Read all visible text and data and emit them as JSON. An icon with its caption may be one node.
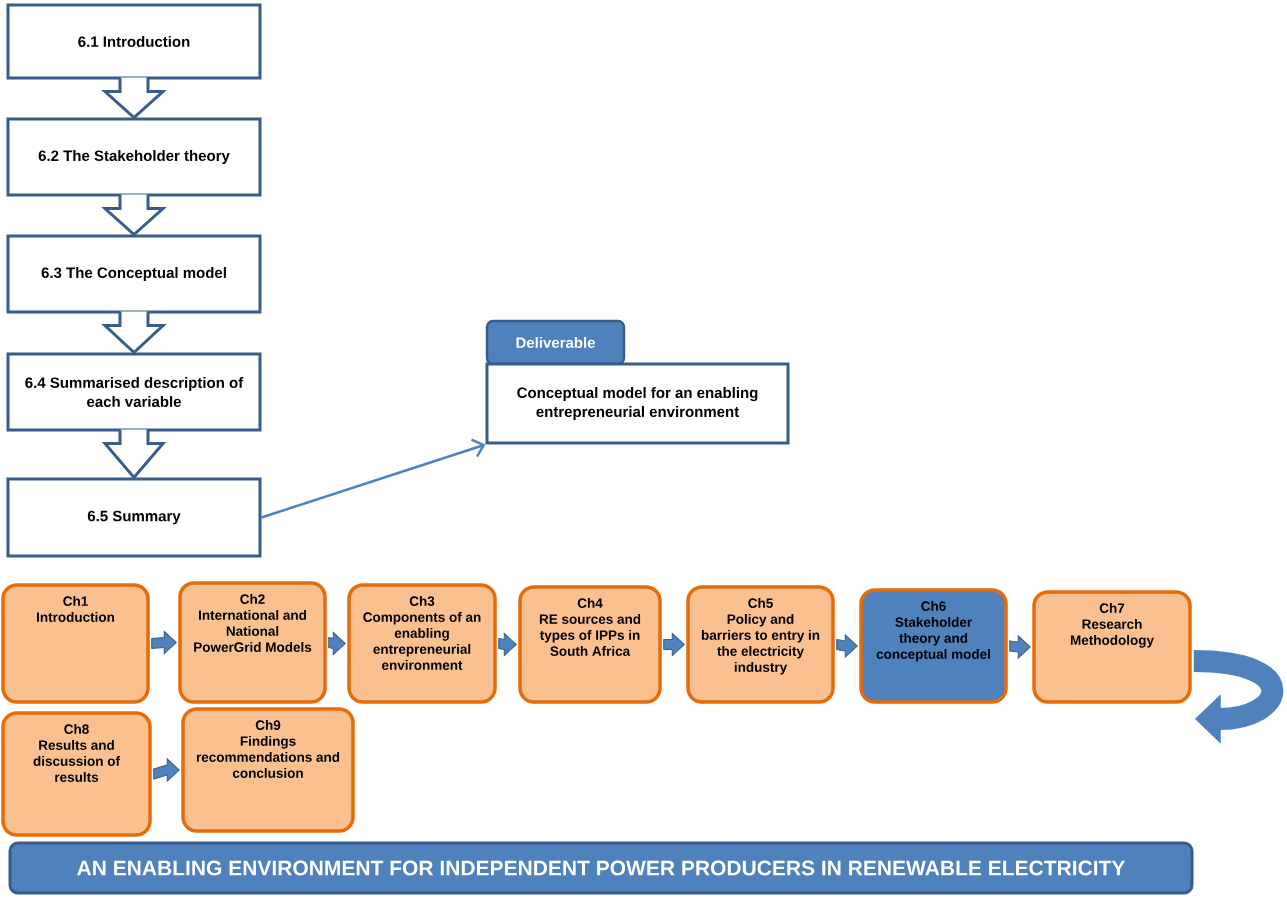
{
  "diagram": {
    "nodes": [
      {
        "text": [
          "6.1 Introduction"
        ]
      },
      {
        "text": [
          "6.2 The Stakeholder theory"
        ]
      },
      {
        "text": [
          "6.3  The Conceptual model"
        ]
      },
      {
        "text": [
          "6.4 Summarised description of each variable"
        ]
      },
      {
        "text": [
          "6.5 Summary"
        ]
      },
      {
        "text": [
          "Deliverable"
        ]
      },
      {
        "text": [
          "Conceptual model for an enabling entrepreneurial environment"
        ]
      },
      {
        "text": [
          "Ch1",
          "Introduction"
        ]
      },
      {
        "text": [
          "Ch2",
          "International and National PowerGrid Models"
        ]
      },
      {
        "text": [
          "Ch3",
          "Components of an enabling entrepreneurial environment"
        ]
      },
      {
        "text": [
          "Ch4",
          "RE  sources and types of IPPs in South Africa"
        ]
      },
      {
        "text": [
          "Ch5",
          "Policy and barriers to entry in the electricity industry"
        ]
      },
      {
        "text": [
          "Ch6",
          "Stakeholder theory and conceptual model"
        ]
      },
      {
        "text": [
          "Ch7",
          "Research Methodology"
        ]
      },
      {
        "text": [
          "Ch8",
          "Results and discussion of results"
        ]
      },
      {
        "text": [
          "Ch9",
          "Findings recommendations and conclusion"
        ]
      },
      {
        "text": [
          "AN ENABLING ENVIRONMENT  FOR INDEPENDENT POWER PRODUCERS  IN RENEWABLE ELECTRICITY"
        ]
      }
    ],
    "edges": [
      {
        "from": 0,
        "to": 1,
        "arrow": "to"
      },
      {
        "from": 1,
        "to": 2,
        "arrow": "to"
      },
      {
        "from": 2,
        "to": 3,
        "arrow": "to"
      },
      {
        "from": 3,
        "to": 4,
        "arrow": "to"
      },
      {
        "from": 4,
        "to": 6,
        "arrow": "to",
        "color": "#4f81bd"
      },
      {
        "from": 7,
        "to": 8,
        "arrow": "to"
      },
      {
        "from": 8,
        "to": 9,
        "arrow": "to"
      },
      {
        "from": 9,
        "to": 10,
        "arrow": "to"
      },
      {
        "from": 10,
        "to": 11,
        "arrow": "to"
      },
      {
        "from": 11,
        "to": 12,
        "arrow": "to"
      },
      {
        "from": 12,
        "to": 13,
        "arrow": "to"
      },
      {
        "from": 13,
        "to": null,
        "arrow": "to",
        "style": "thick"
      },
      {
        "from": 14,
        "to": 15,
        "arrow": "to"
      }
    ]
  }
}
